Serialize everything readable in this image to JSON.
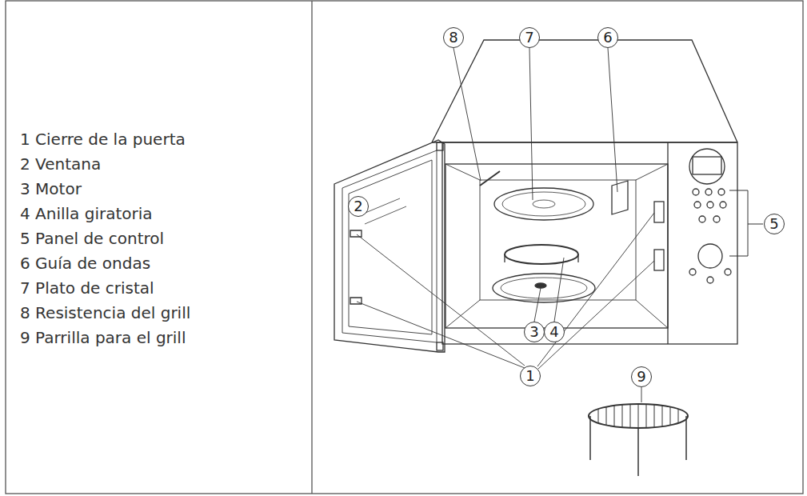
{
  "diagram": {
    "nodes": [
      {
        "text": [
          "8"
        ]
      },
      {
        "text": [
          "7"
        ]
      },
      {
        "text": [
          "6"
        ]
      },
      {
        "text": [
          "2"
        ]
      },
      {
        "text": [
          "5"
        ]
      },
      {
        "text": [
          "3"
        ]
      },
      {
        "text": [
          "4"
        ]
      },
      {
        "text": [
          "1"
        ]
      },
      {
        "text": [
          "9"
        ]
      }
    ],
    "labels": [
      "1 Cierre de la puerta",
      "2 Ventana",
      "3 Motor",
      "4 Anilla giratoria",
      "5 Panel de control",
      "6 Guía de ondas",
      "7 Plato de cristal",
      "8 Resistencia del grill",
      "9 Parrilla para el grill"
    ]
  }
}
